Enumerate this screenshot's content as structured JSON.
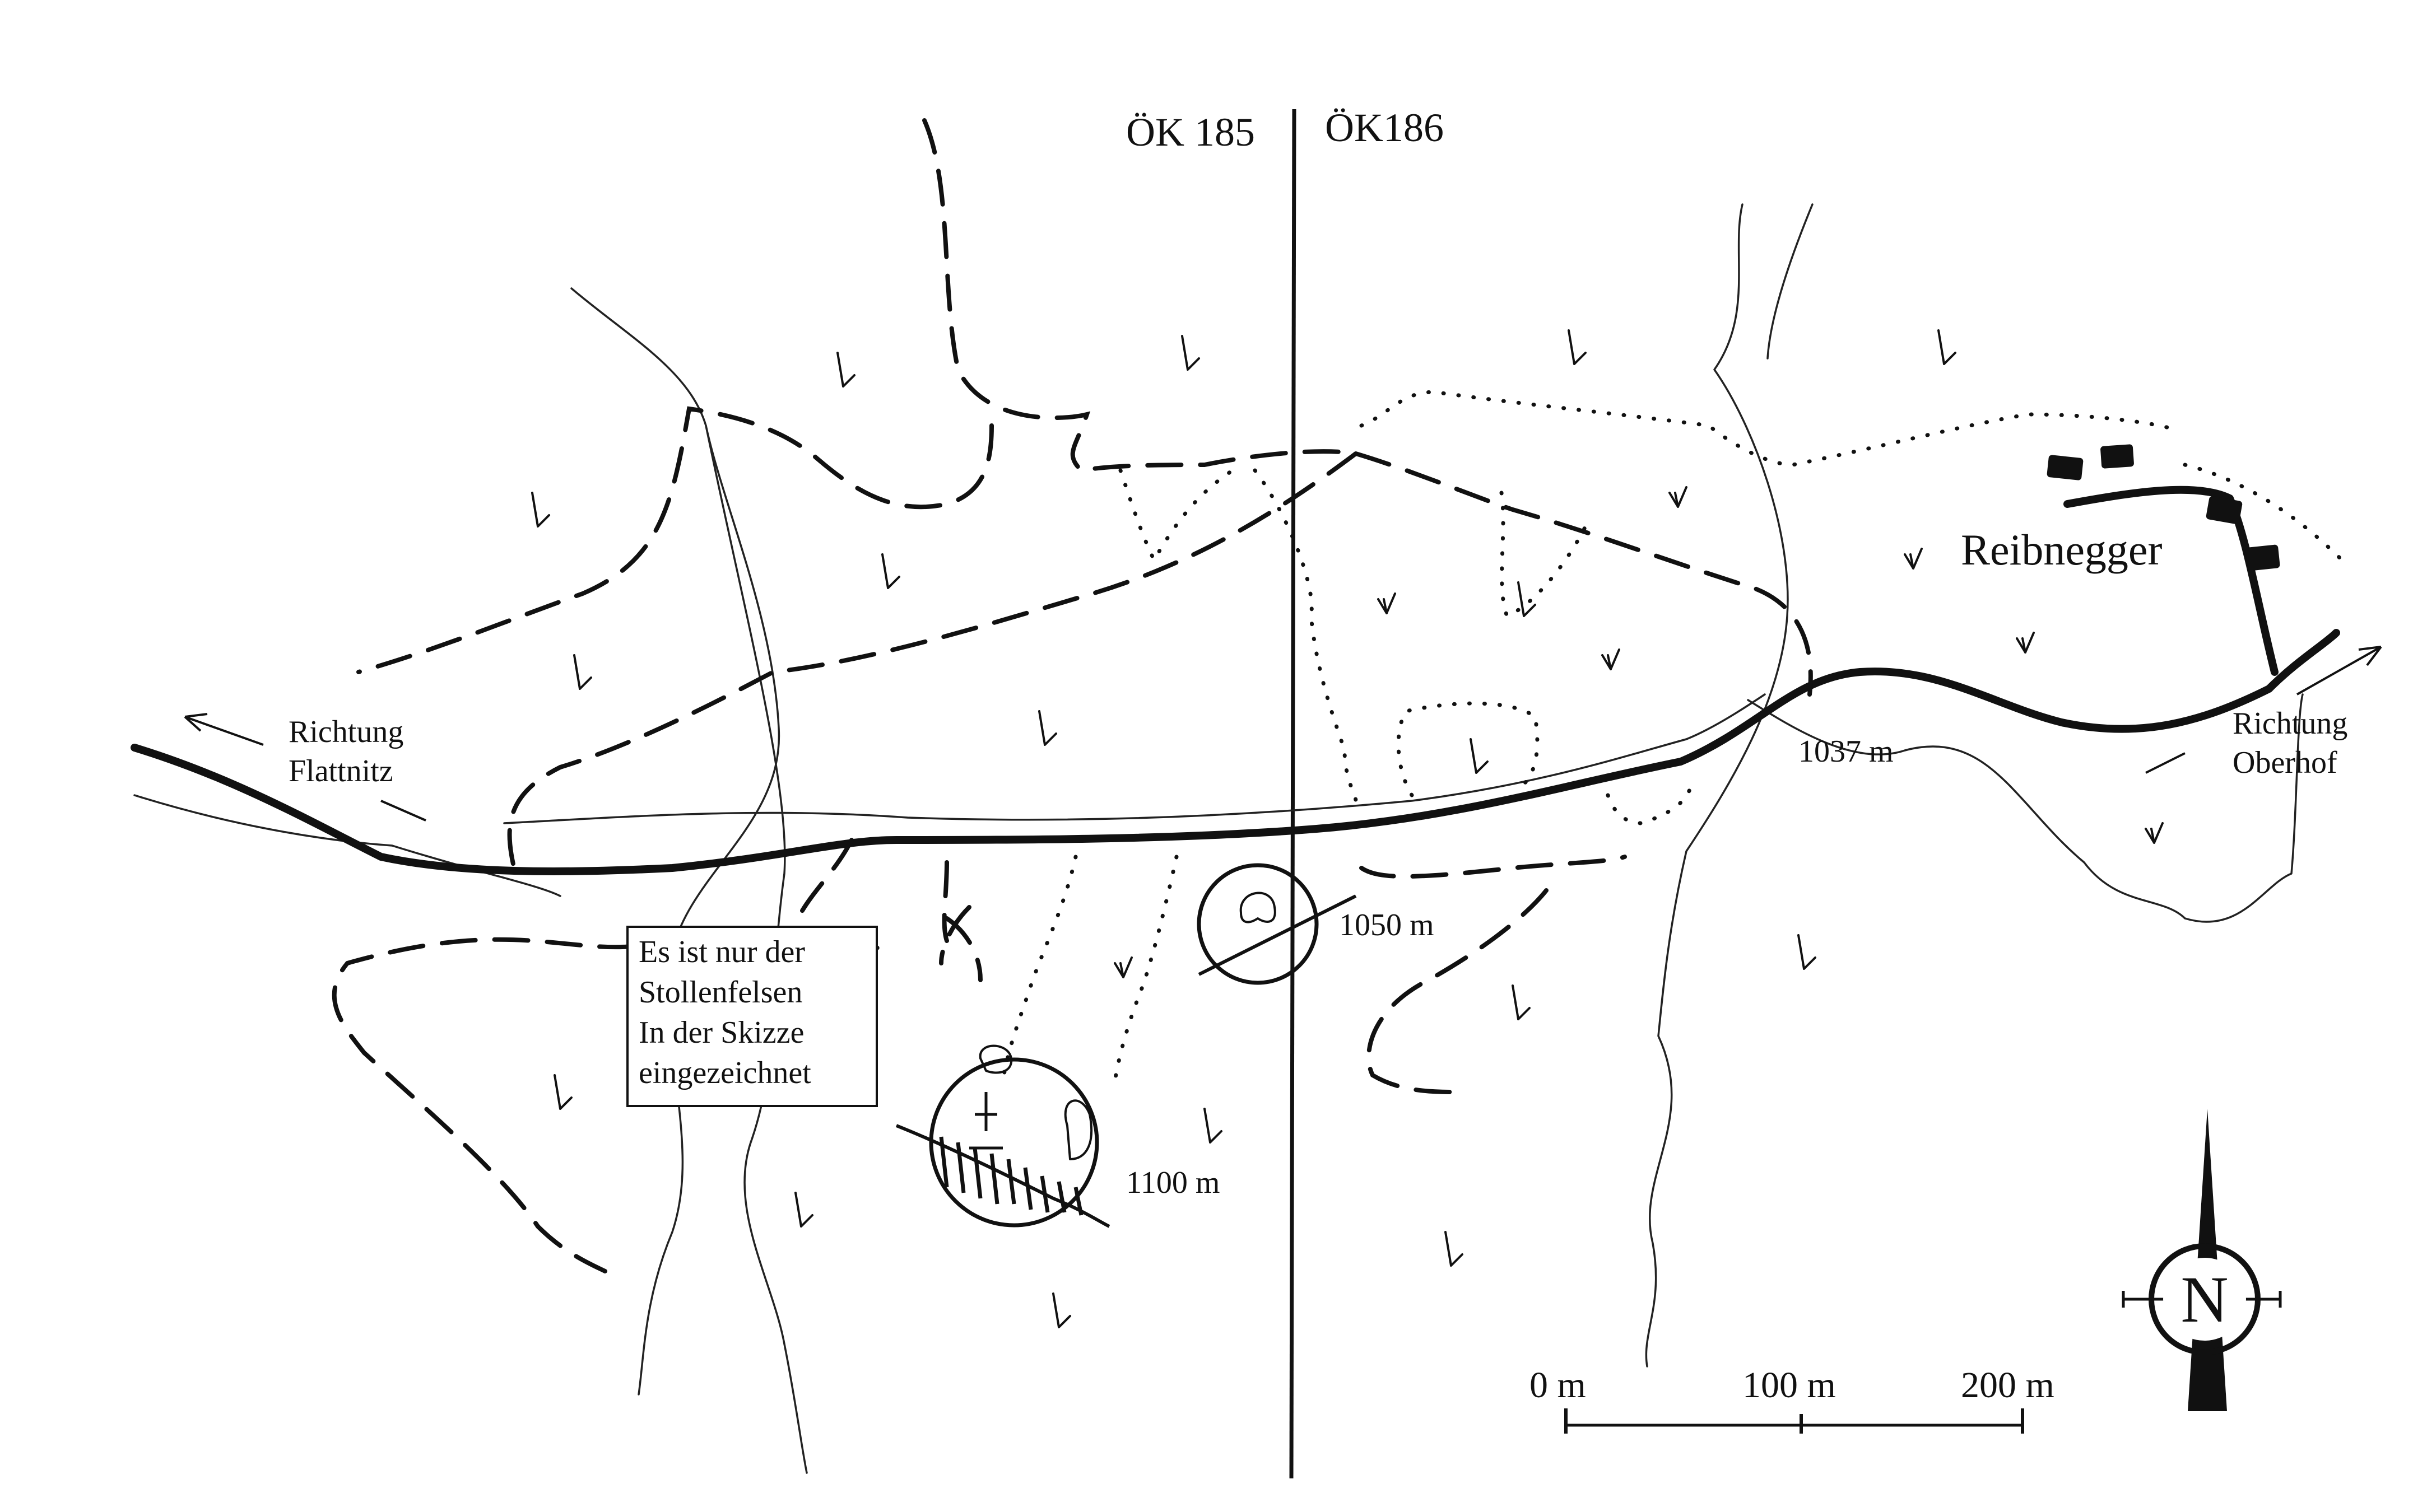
{
  "sheets": {
    "left": "ÖK 185",
    "right": "ÖK186"
  },
  "place": "Reibnegger",
  "directions": {
    "west": {
      "line1": "Richtung",
      "line2": "Flattnitz"
    },
    "east": {
      "line1": "Richtung",
      "line2": "Oberhof"
    }
  },
  "elevations": {
    "junction": "1037 m",
    "small_rock": "1050 m",
    "large_rock": "1100 m"
  },
  "note": {
    "line1": "Es ist nur der",
    "line2": "Stollenfelsen",
    "line3": "In der Skizze",
    "line4": "eingezeichnet"
  },
  "scale_bar": {
    "ticks": [
      "0 m",
      "100 m",
      "200 m"
    ]
  },
  "north_arrow": {
    "label": "N"
  },
  "colors": {
    "ink": "#111111",
    "paper": "#ffffff"
  }
}
